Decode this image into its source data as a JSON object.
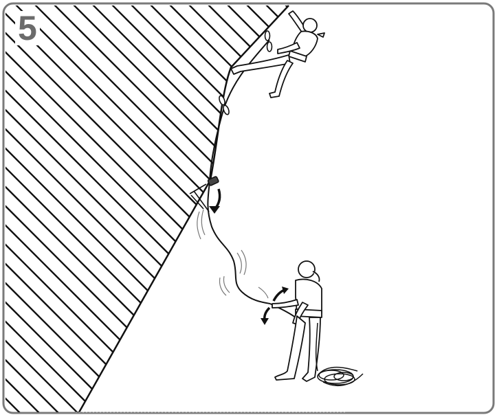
{
  "panel": {
    "step_number": "5"
  },
  "scene": {
    "wall": "hatched-rock-wall",
    "lead-climber": "climber-clipping-anchor",
    "belayer": "belayer-giving-slack",
    "rope": "climbing-rope-with-slack-waves",
    "quickdraws": [
      "quickdraw-upper",
      "quickdraw-middle",
      "quickdraw-lower"
    ]
  },
  "colors": {
    "frame": "#7a7a7a",
    "ink": "#111111",
    "hatch": "#111111",
    "step_number": "#6b6b6b"
  }
}
